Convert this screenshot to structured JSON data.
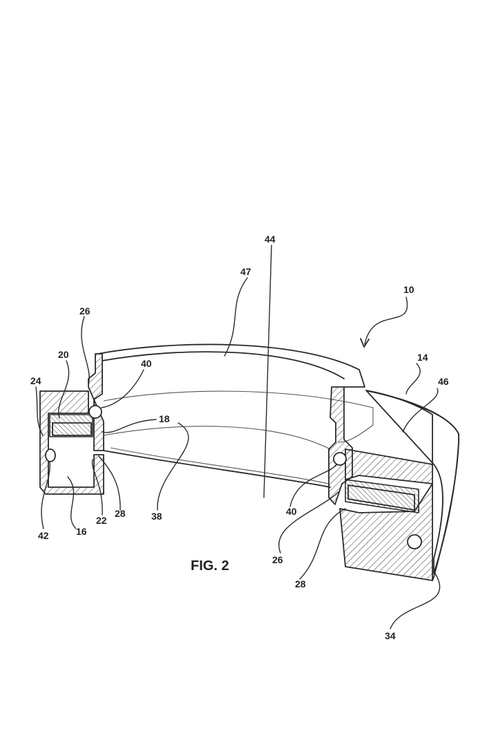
{
  "figure": {
    "caption": "FIG. 2",
    "labels": {
      "n10": "10",
      "n14": "14",
      "n16": "16",
      "n18": "18",
      "n20": "20",
      "n22": "22",
      "n24": "24",
      "n26_left": "26",
      "n26_right": "26",
      "n28_left": "28",
      "n28_right": "28",
      "n34": "34",
      "n38": "38",
      "n40_left": "40",
      "n40_right": "40",
      "n42": "42",
      "n44": "44",
      "n46": "46",
      "n47": "47"
    }
  }
}
